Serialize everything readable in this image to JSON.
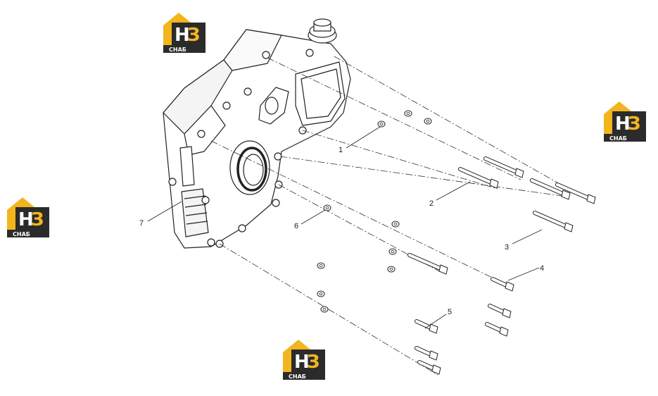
{
  "callouts": [
    {
      "id": "1",
      "label": "1"
    },
    {
      "id": "2",
      "label": "2"
    },
    {
      "id": "3",
      "label": "3"
    },
    {
      "id": "4",
      "label": "4"
    },
    {
      "id": "5",
      "label": "5"
    },
    {
      "id": "6",
      "label": "6"
    },
    {
      "id": "7",
      "label": "7"
    }
  ],
  "watermark": {
    "letters": "НЗ",
    "sub": "СНАБ",
    "colors": {
      "gold": "#F2B51E",
      "dark": "#2b2b2b",
      "white": "#ffffff"
    }
  },
  "colors": {
    "line": "#222222",
    "dash": "#333333"
  }
}
